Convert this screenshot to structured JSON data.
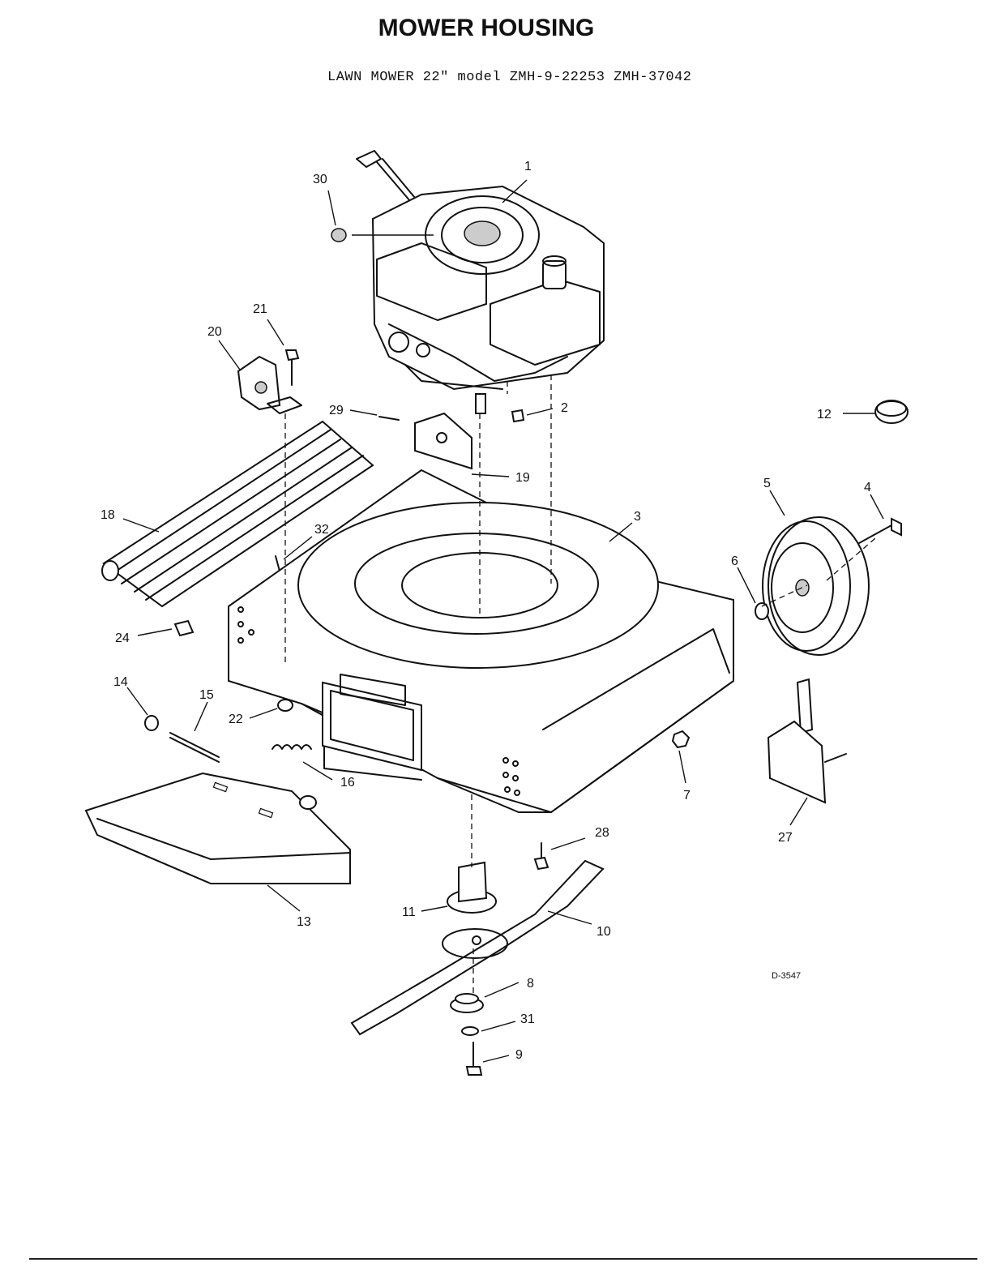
{
  "header": {
    "title": "MOWER HOUSING",
    "subtitle": "LAWN MOWER 22\" model ZMH-9-22253 ZMH-37042"
  },
  "drawing_code": "D-3547",
  "callouts": {
    "c1": "1",
    "c2": "2",
    "c3": "3",
    "c4": "4",
    "c5": "5",
    "c6": "6",
    "c7": "7",
    "c8": "8",
    "c9": "9",
    "c10": "10",
    "c11": "11",
    "c12": "12",
    "c13": "13",
    "c14": "14",
    "c15": "15",
    "c16": "16",
    "c18": "18",
    "c19": "19",
    "c20": "20",
    "c21": "21",
    "c22": "22",
    "c24": "24",
    "c27": "27",
    "c28": "28",
    "c29": "29",
    "c30": "30",
    "c31": "31",
    "c32": "32"
  }
}
